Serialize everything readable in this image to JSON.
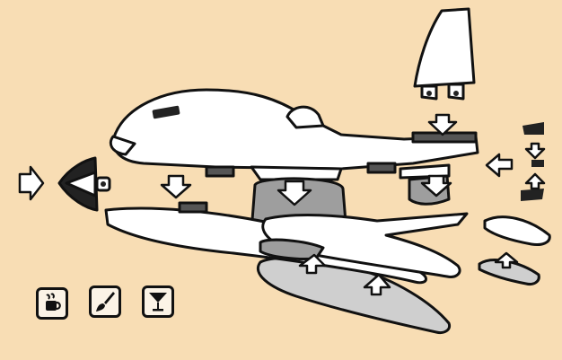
{
  "scene": {
    "background_color": "#f8ddb4",
    "ink_color": "#111111",
    "part_fill": "#ffffff",
    "shadow_fill": "#9e9e9e",
    "parts": [
      "fuselage",
      "nose-cone",
      "tail-fin",
      "left-wing",
      "right-wing",
      "engine-pod",
      "horizontal-stabilizer-left",
      "horizontal-stabilizer-right",
      "tail-cone"
    ],
    "arrow_direction_icons": [
      "arrow-right-icon",
      "arrow-down-icon",
      "arrow-up-icon",
      "arrow-left-icon"
    ]
  },
  "toolbar": {
    "tools": [
      {
        "icon": "mug-icon"
      },
      {
        "icon": "brush-icon"
      },
      {
        "icon": "cocktail-glass-icon"
      }
    ]
  }
}
